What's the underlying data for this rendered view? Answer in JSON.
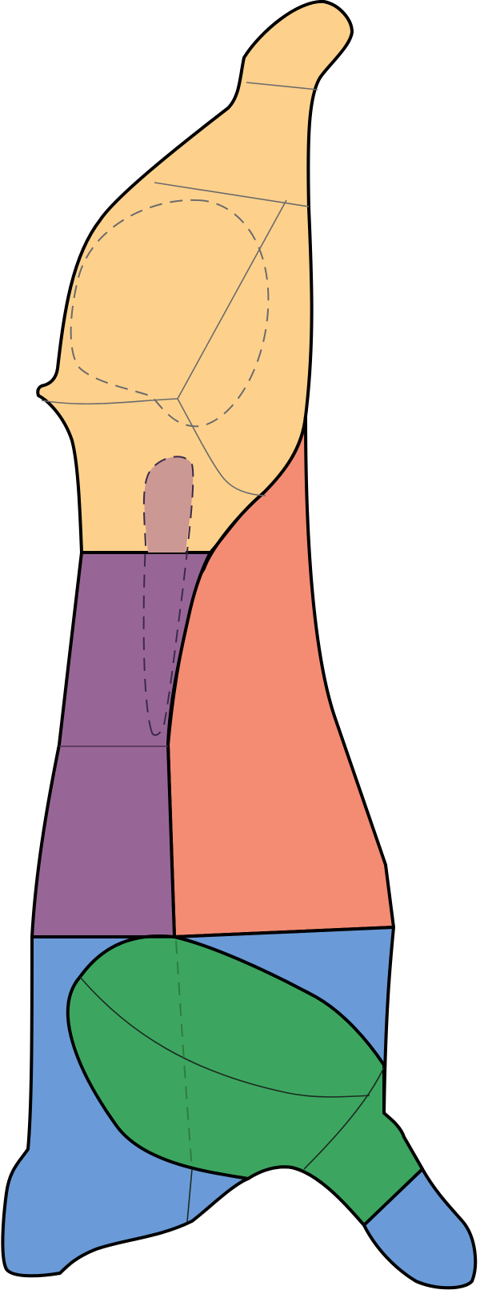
{
  "diagram": {
    "kind": "meat-cut-chart",
    "labels_shown": false,
    "regions": [
      {
        "id": "top-section",
        "color": "#fdd18c"
      },
      {
        "id": "middle-left-section",
        "color": "#986696"
      },
      {
        "id": "middle-right-section",
        "color": "#f48c73"
      },
      {
        "id": "bottom-outer-section",
        "color": "#6a9bd8"
      },
      {
        "id": "bottom-inner-section",
        "color": "#3ca661"
      },
      {
        "id": "inner-overlay-section",
        "color": "#cc9893"
      }
    ],
    "line_colors": {
      "outline": "#000000",
      "top-subdivisions": "#6b6b6b",
      "purple-divider": "#4a3050",
      "green-subdivisions": "#1b2b1f",
      "green-dashed": "#2f7d3a",
      "overlay-dashed": "#3b2a4a"
    }
  }
}
